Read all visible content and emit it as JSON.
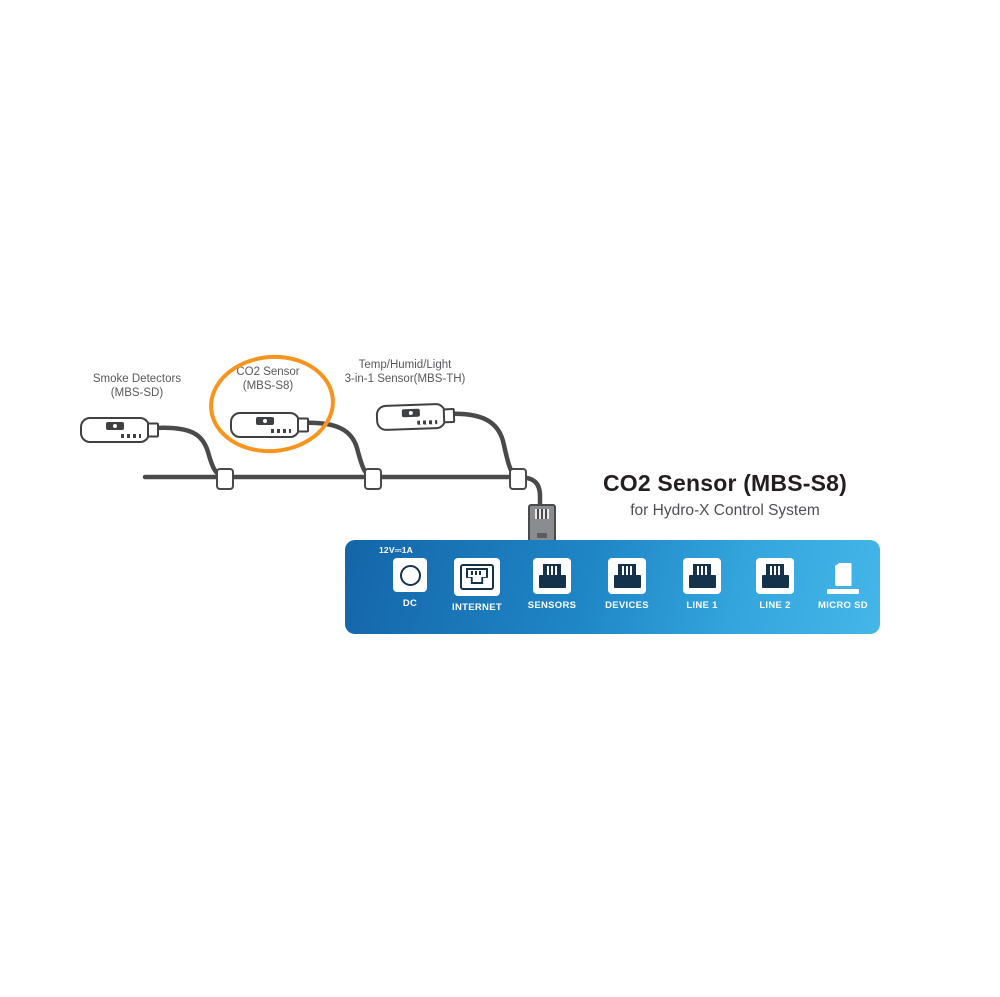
{
  "title": {
    "main": "CO2 Sensor (MBS-S8)",
    "subtitle": "for Hydro-X Control System"
  },
  "sensors": [
    {
      "label": "Smoke Detectors\n(MBS-SD)"
    },
    {
      "label": "CO2 Sensor\n(MBS-S8)",
      "highlighted": true
    },
    {
      "label": "Temp/Humid/Light\n3-in-1 Sensor(MBS-TH)"
    }
  ],
  "controller": {
    "dc_rating": "12V⎓1A",
    "ports": [
      {
        "label": "DC",
        "type": "dc-jack"
      },
      {
        "label": "INTERNET",
        "type": "ethernet"
      },
      {
        "label": "SENSORS",
        "type": "rj11"
      },
      {
        "label": "DEVICES",
        "type": "rj11"
      },
      {
        "label": "LINE 1",
        "type": "rj11"
      },
      {
        "label": "LINE 2",
        "type": "rj11"
      },
      {
        "label": "MICRO SD",
        "type": "sd-card"
      }
    ]
  },
  "colors": {
    "highlight": "#F7941E",
    "panel_gradient_start": "#1465A8",
    "panel_gradient_end": "#45B6E8",
    "cable": "#4A4A4A",
    "port_glyph": "#14324B"
  }
}
